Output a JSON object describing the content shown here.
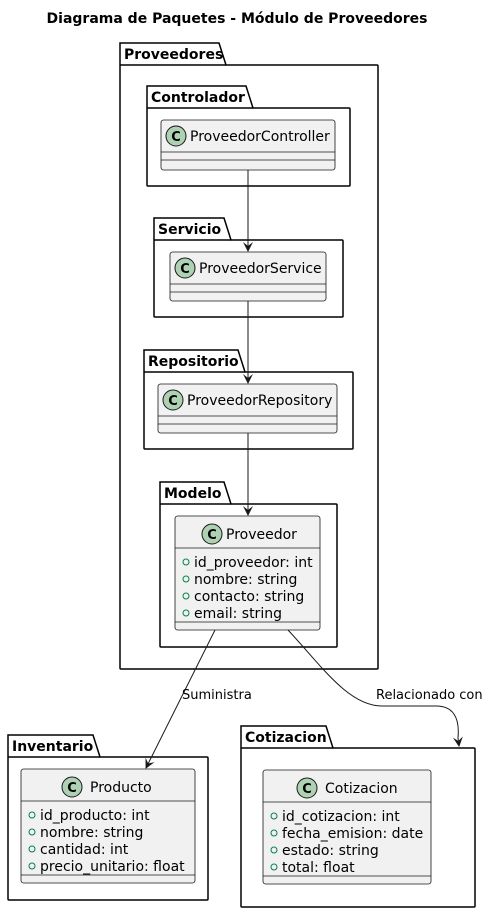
{
  "title": "Diagrama de Paquetes - Módulo de Proveedores",
  "colors": {
    "package_fill": "#ffffff",
    "class_fill": "#f1f1f1",
    "class_stroke": "#181818",
    "circle_fill": "#add1b2",
    "circle_stroke": "#181818",
    "line": "#181818"
  },
  "packages": {
    "proveedores": "Proveedores",
    "controlador": "Controlador",
    "servicio": "Servicio",
    "repositorio": "Repositorio",
    "modelo": "Modelo",
    "inventario": "Inventario",
    "cotizacion": "Cotizacion"
  },
  "class_icon_letter": "C",
  "classes": {
    "proveedor_controller": {
      "name": "ProveedorController",
      "attributes": []
    },
    "proveedor_service": {
      "name": "ProveedorService",
      "attributes": []
    },
    "proveedor_repository": {
      "name": "ProveedorRepository",
      "attributes": []
    },
    "proveedor": {
      "name": "Proveedor",
      "attributes": [
        "id_proveedor: int",
        "nombre: string",
        "contacto: string",
        "email: string"
      ]
    },
    "producto": {
      "name": "Producto",
      "attributes": [
        "id_producto: int",
        "nombre: string",
        "cantidad: int",
        "precio_unitario: float"
      ]
    },
    "cotizacion": {
      "name": "Cotizacion",
      "attributes": [
        "id_cotizacion: int",
        "fecha_emision: date",
        "estado: string",
        "total: float"
      ]
    }
  },
  "relations": {
    "suministra": "Suministra",
    "relacionado_con": "Relacionado con"
  }
}
